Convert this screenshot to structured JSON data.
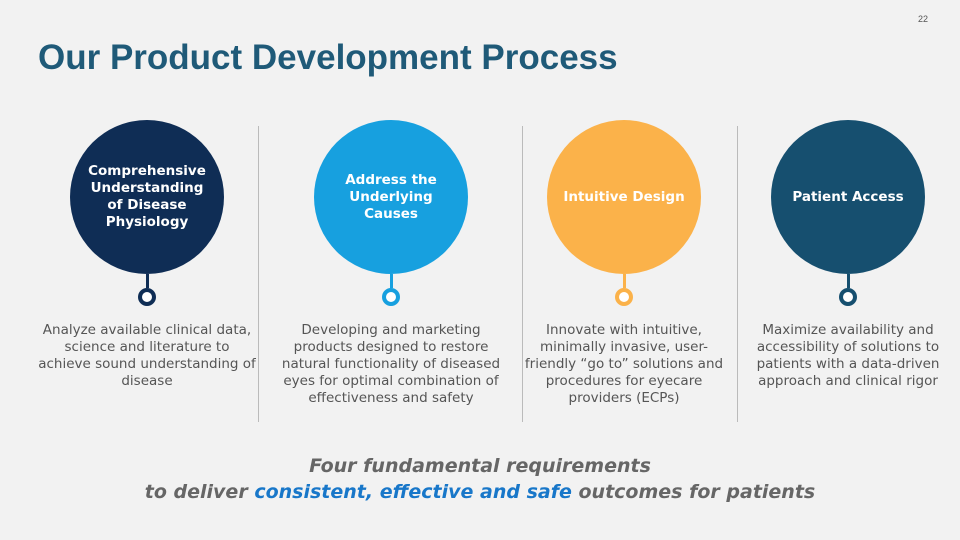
{
  "page_number": "22",
  "title": "Our Product Development Process",
  "columns": [
    {
      "heading": "Comprehensive Understanding of Disease Physiology",
      "description": "Analyze available clinical data, science and literature to achieve sound understanding of disease",
      "color": "#0f2d55"
    },
    {
      "heading": "Address the Underlying Causes",
      "description": "Developing and marketing products designed to restore natural functionality of diseased eyes for optimal combination of effectiveness and safety",
      "color": "#17a0df"
    },
    {
      "heading": "Intuitive Design",
      "description": "Innovate with intuitive, minimally invasive, user-friendly “go to” solutions and procedures for eyecare providers (ECPs)",
      "color": "#fbb24a"
    },
    {
      "heading": "Patient Access",
      "description": "Maximize availability and accessibility of solutions to patients with a data-driven approach and clinical rigor",
      "color": "#164f6f"
    }
  ],
  "footer": {
    "line1": "Four fundamental requirements",
    "line2_before": "to deliver ",
    "line2_accent": "consistent, effective and safe",
    "line2_after": " outcomes for patients"
  }
}
